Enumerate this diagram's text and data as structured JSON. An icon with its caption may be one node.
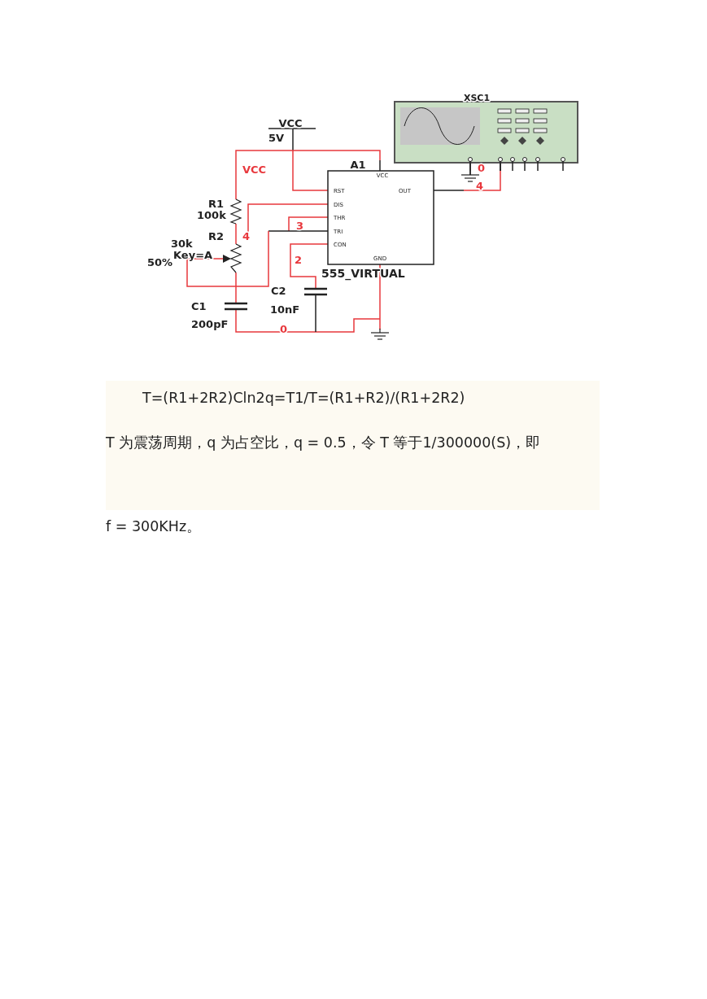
{
  "diagram": {
    "labels": [
      "XSC1",
      "VCC",
      "5V",
      "VCC",
      "A1",
      "VCC",
      "RST",
      "OUT",
      "DIS",
      "R1",
      "100k",
      "THR",
      "3",
      "R2",
      "4",
      "TRI",
      "30k",
      "Key=A",
      "CON",
      "50%",
      "2",
      "GND",
      "555_VIRTUAL",
      "C2",
      "10nF",
      "C1",
      "200pF",
      "0",
      "0",
      "4",
      "T=(R1+2R2)Cln2q=T1/T=(R1+R2)/(R1+2R2)",
      "T 为震荡周期，q 为占空比，q = 0.5，令 T 等于1/300000(S)，即",
      "f = 300KHz。"
    ]
  }
}
